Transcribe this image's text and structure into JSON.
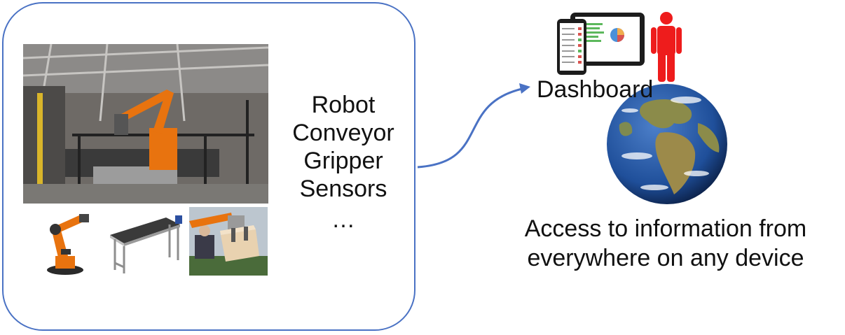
{
  "components": [
    "Robot",
    "Conveyor",
    "Gripper",
    "Sensors",
    "…"
  ],
  "destination": {
    "label": "Dashboard",
    "caption_line1": "Access to information from",
    "caption_line2": "everywhere on any device"
  },
  "colors": {
    "box_border": "#4a72c4",
    "arrow": "#4a72c4",
    "person": "#ee1c1c",
    "robot_orange": "#e8730f",
    "ocean": "#1f4f9a",
    "land": "#8b8b4a"
  },
  "icons": [
    "factory-photo",
    "robot-arm",
    "conveyor-belt",
    "gripper",
    "tablet",
    "smartphone",
    "person",
    "globe"
  ]
}
